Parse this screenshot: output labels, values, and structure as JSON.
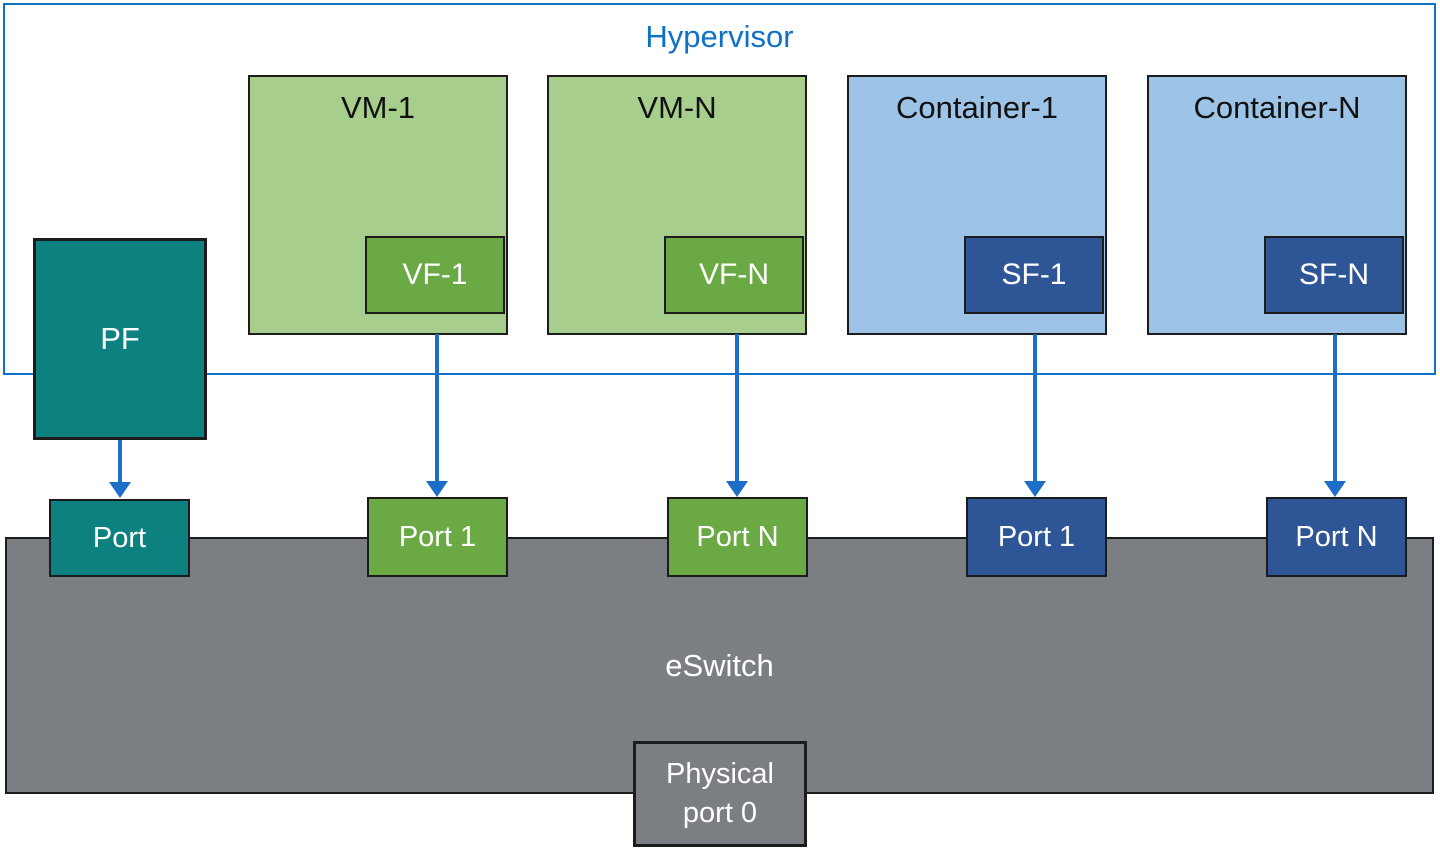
{
  "diagram": {
    "title": "Hypervisor",
    "hypervisor": {
      "label": "Hypervisor"
    },
    "pf": {
      "label": "PF"
    },
    "guests": [
      {
        "label": "VM-1",
        "fn_label": "VF-1",
        "type": "vm"
      },
      {
        "label": "VM-N",
        "fn_label": "VF-N",
        "type": "vm"
      },
      {
        "label": "Container-1",
        "fn_label": "SF-1",
        "type": "container"
      },
      {
        "label": "Container-N",
        "fn_label": "SF-N",
        "type": "container"
      }
    ],
    "ports": [
      {
        "label": "Port",
        "type": "teal"
      },
      {
        "label": "Port 1",
        "type": "green"
      },
      {
        "label": "Port N",
        "type": "green"
      },
      {
        "label": "Port 1",
        "type": "blue"
      },
      {
        "label": "Port N",
        "type": "blue"
      }
    ],
    "eswitch": {
      "label": "eSwitch"
    },
    "physical_port": {
      "line1": "Physical",
      "line2": "port 0"
    },
    "connections": [
      {
        "from": "PF",
        "to": "Port"
      },
      {
        "from": "VF-1",
        "to": "Port 1"
      },
      {
        "from": "VF-N",
        "to": "Port N"
      },
      {
        "from": "SF-1",
        "to": "Port 1"
      },
      {
        "from": "SF-N",
        "to": "Port N"
      }
    ],
    "colors": {
      "hypervisor_border_blue": "#0f72c6",
      "arrow_blue": "#1c6ec8",
      "teal": "#0d8080",
      "vm_light_green": "#a7ce8c",
      "vf_green": "#6ba944",
      "container_light_blue": "#9dc3e6",
      "sf_dark_blue": "#2e5697",
      "eswitch_gray": "#7b7f84",
      "box_border_black": "#1c1c1c",
      "label_white": "#ffffff"
    }
  }
}
